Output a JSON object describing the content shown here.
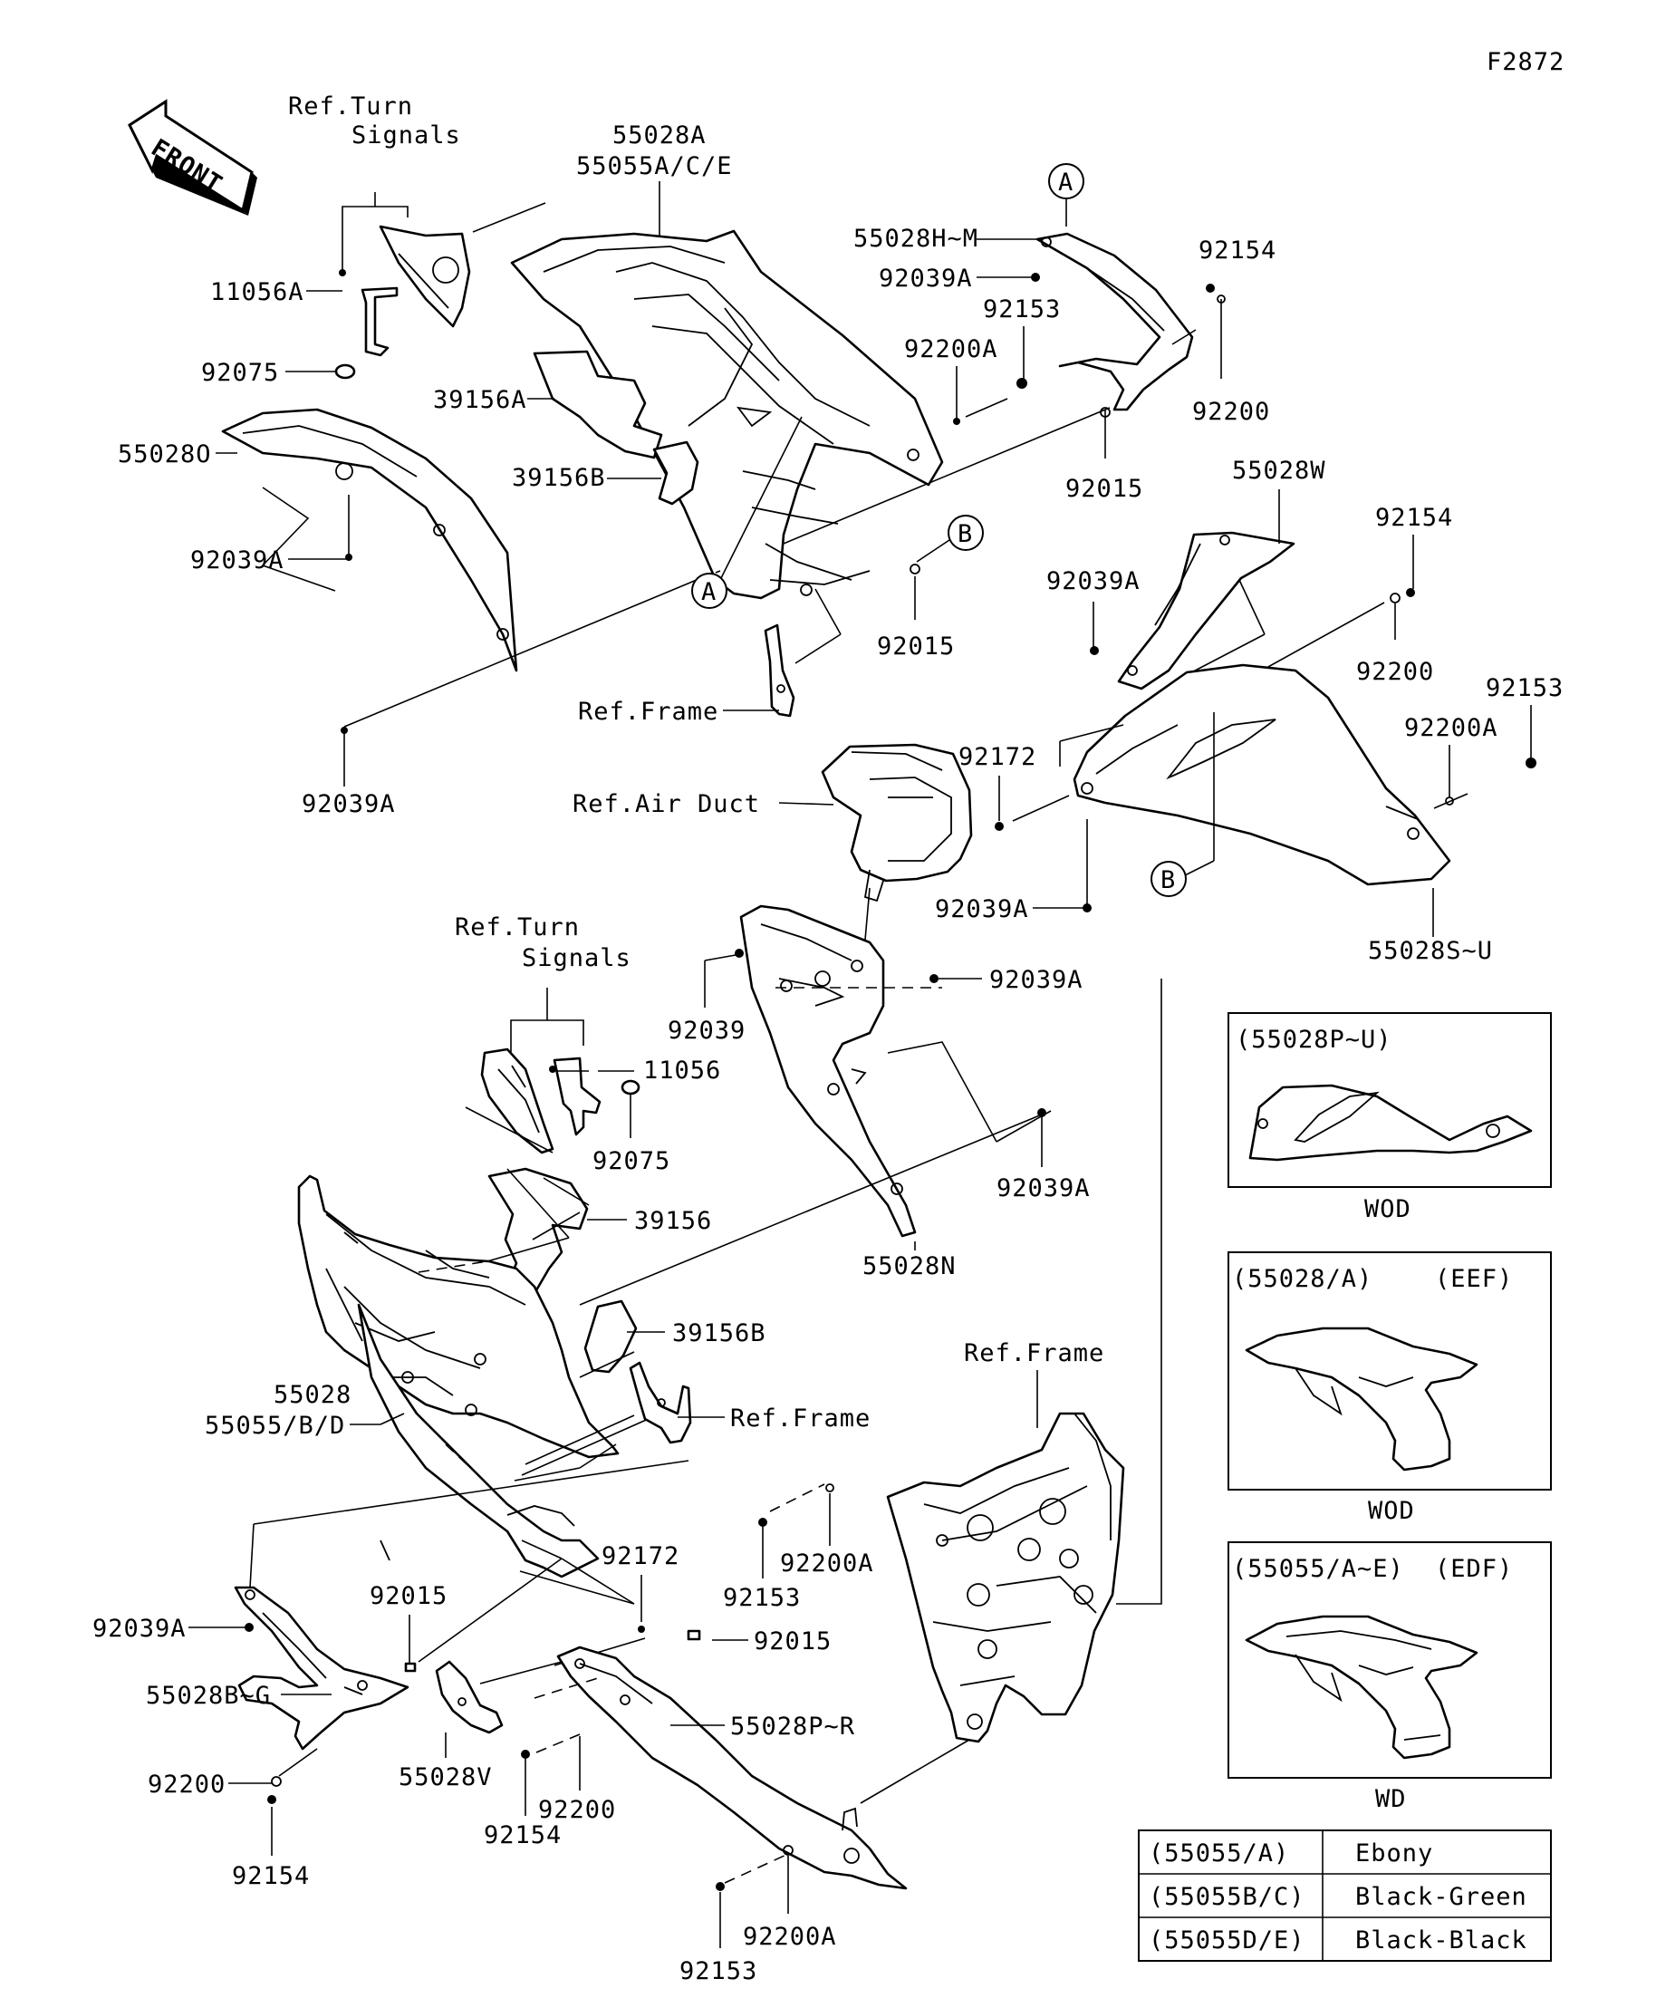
{
  "diagram_id": "F2872",
  "front_label": "FRONT",
  "labels": {
    "ref_turn_signals_1a": "Ref.Turn",
    "ref_turn_signals_1b": "Signals",
    "ref_turn_signals_2a": "Ref.Turn",
    "ref_turn_signals_2b": "Signals",
    "p11056A": "11056A",
    "p92075_top": "92075",
    "p55028O": "55028O",
    "p92039A_left": "92039A",
    "p92039A_bottomleft": "92039A",
    "p55028A": "55028A",
    "p55055ACE": "55055A/C/E",
    "p39156A": "39156A",
    "p39156B_top": "39156B",
    "p55028HM": "55028H~M",
    "p92039A_top": "92039A",
    "p92153_top": "92153",
    "p92154_top": "92154",
    "p92200A_top": "92200A",
    "p92200_top": "92200",
    "p92015_topright": "92015",
    "p92015_mid": "92015",
    "ref_frame_top": "Ref.Frame",
    "p55028W": "55028W",
    "p92154_right": "92154",
    "p92039A_right": "92039A",
    "p92200_right": "92200",
    "p92153_right": "92153",
    "p92200A_right": "92200A",
    "p92172_right": "92172",
    "ref_air_duct": "Ref.Air Duct",
    "p92039A_airduct": "92039A",
    "p55028SU": "55028S~U",
    "p92039_mid": "92039",
    "p92039A_mid1": "92039A",
    "p92039A_mid2": "92039A",
    "p11056": "11056",
    "p92075_mid": "92075",
    "p39156": "39156",
    "p39156B_mid": "39156B",
    "p55028N": "55028N",
    "p55028": "55028",
    "p55055BD": "55055/B/D",
    "ref_frame_mid": "Ref.Frame",
    "ref_frame_lower": "Ref.Frame",
    "p92153_low": "92153",
    "p92200A_low": "92200A",
    "p92172_low": "92172",
    "p92015_low1": "92015",
    "p92015_low2": "92015",
    "p92039A_low": "92039A",
    "p55028BG": "55028B~G",
    "p55028PR": "55028P~R",
    "p55028V": "55028V",
    "p92200_low1": "92200",
    "p92200_low2": "92200",
    "p92154_low1": "92154",
    "p92154_low2": "92154",
    "p92200A_bottom": "92200A",
    "p92153_bottom": "92153",
    "circle_A1": "A",
    "circle_A2": "A",
    "circle_B1": "B",
    "circle_B2": "B"
  },
  "insets": [
    {
      "title": "(55028P~U)",
      "variant": "",
      "caption": "WOD"
    },
    {
      "title": "(55028/A)",
      "variant": "(EEF)",
      "caption": "WOD"
    },
    {
      "title": "(55055/A~E)",
      "variant": "(EDF)",
      "caption": "WD"
    }
  ],
  "color_table": [
    {
      "code": "(55055/A)",
      "color": "Ebony"
    },
    {
      "code": "(55055B/C)",
      "color": "Black-Green"
    },
    {
      "code": "(55055D/E)",
      "color": "Black-Black"
    }
  ]
}
